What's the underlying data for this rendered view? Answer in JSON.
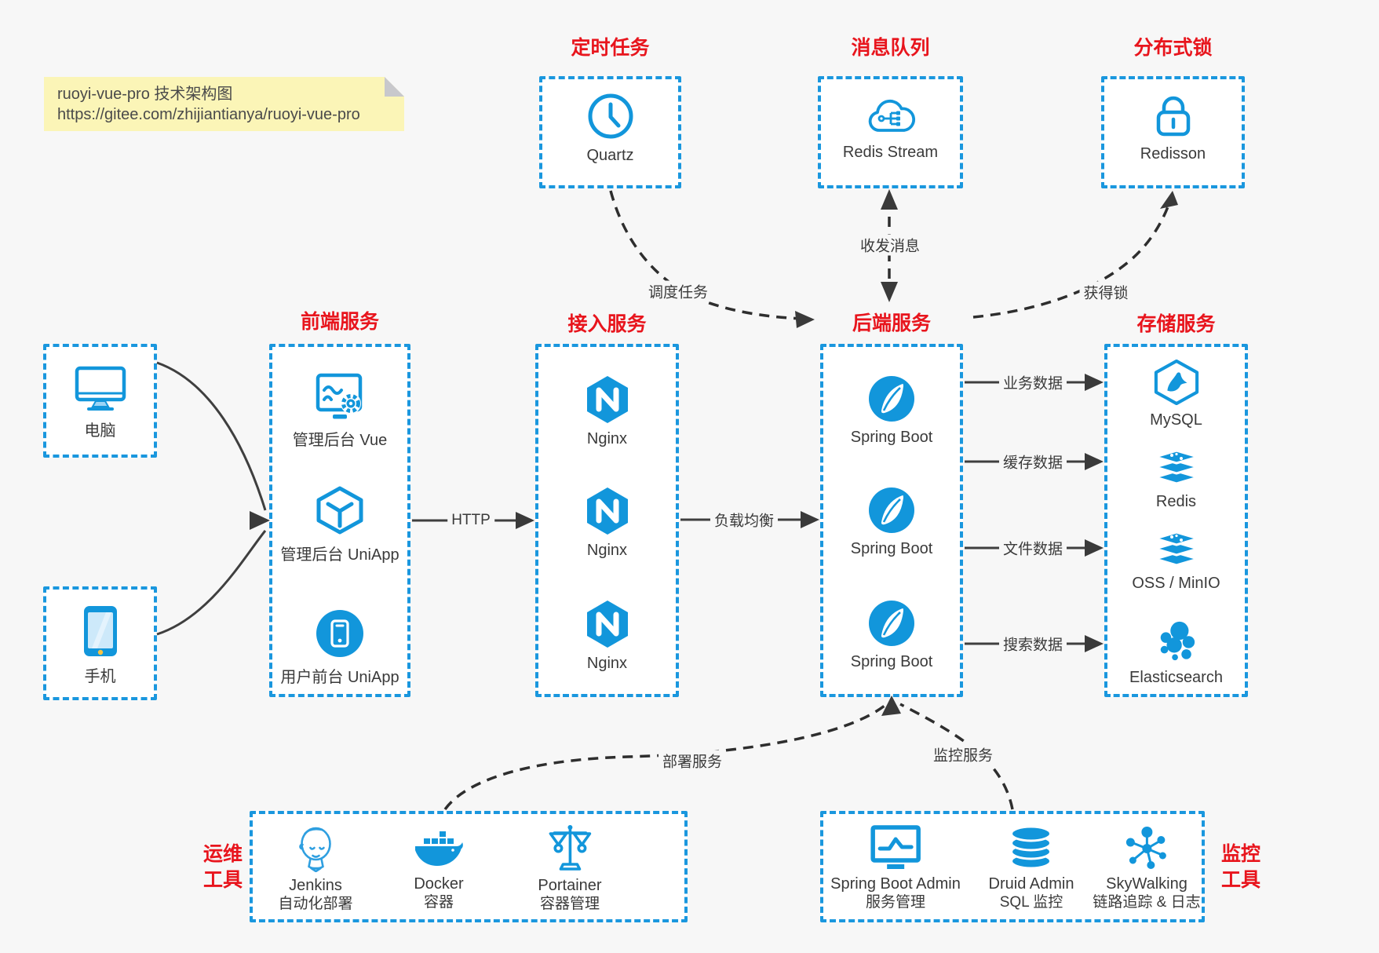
{
  "note": {
    "line1": "ruoyi-vue-pro 技术架构图",
    "line2": "https://gitee.com/zhijiantianya/ruoyi-vue-pro"
  },
  "colors": {
    "accent_blue": "#1296db",
    "title_red": "#e8151d",
    "canvas_bg": "#f7f7f7",
    "note_bg": "#fbf5b7",
    "line_dark": "#3f3f3f"
  },
  "groups": {
    "scheduler": {
      "title": "定时任务",
      "item": {
        "label": "Quartz",
        "icon": "clock-icon"
      }
    },
    "mq": {
      "title": "消息队列",
      "item": {
        "label": "Redis Stream",
        "icon": "cloud-stream-icon"
      }
    },
    "lock": {
      "title": "分布式锁",
      "item": {
        "label": "Redisson",
        "icon": "padlock-icon"
      }
    },
    "clients": {
      "pc": {
        "label": "电脑",
        "icon": "desktop-icon"
      },
      "mobile": {
        "label": "手机",
        "icon": "smartphone-icon"
      }
    },
    "frontend": {
      "title": "前端服务",
      "items": [
        {
          "label": "管理后台 Vue",
          "icon": "admin-vue-icon"
        },
        {
          "label": "管理后台 UniApp",
          "icon": "uniapp-cube-icon"
        },
        {
          "label": "用户前台 UniApp",
          "icon": "user-app-icon"
        }
      ]
    },
    "access": {
      "title": "接入服务",
      "items": [
        {
          "label": "Nginx",
          "icon": "nginx-icon"
        },
        {
          "label": "Nginx",
          "icon": "nginx-icon"
        },
        {
          "label": "Nginx",
          "icon": "nginx-icon"
        }
      ]
    },
    "backend": {
      "title": "后端服务",
      "items": [
        {
          "label": "Spring Boot",
          "icon": "spring-boot-icon"
        },
        {
          "label": "Spring Boot",
          "icon": "spring-boot-icon"
        },
        {
          "label": "Spring Boot",
          "icon": "spring-boot-icon"
        }
      ]
    },
    "storage": {
      "title": "存储服务",
      "items": [
        {
          "label": "MySQL",
          "icon": "mysql-icon"
        },
        {
          "label": "Redis",
          "icon": "redis-stack-icon"
        },
        {
          "label": "OSS / MinIO",
          "icon": "oss-minio-icon"
        },
        {
          "label": "Elasticsearch",
          "icon": "elasticsearch-icon"
        }
      ]
    },
    "ops": {
      "title_line1": "运维",
      "title_line2": "工具",
      "items": [
        {
          "name": "Jenkins",
          "desc": "自动化部署",
          "icon": "jenkins-icon"
        },
        {
          "name": "Docker",
          "desc": "容器",
          "icon": "docker-icon"
        },
        {
          "name": "Portainer",
          "desc": "容器管理",
          "icon": "portainer-icon"
        }
      ]
    },
    "monitoring": {
      "title_line1": "监控",
      "title_line2": "工具",
      "items": [
        {
          "name": "Spring Boot Admin",
          "desc": "服务管理",
          "icon": "sb-admin-icon"
        },
        {
          "name": "Druid Admin",
          "desc": "SQL 监控",
          "icon": "druid-icon"
        },
        {
          "name": "SkyWalking",
          "desc": "链路追踪 & 日志",
          "icon": "skywalking-icon"
        }
      ]
    }
  },
  "edges": {
    "http": "HTTP",
    "load_balance": "负载均衡",
    "schedule_job": "调度任务",
    "send_receive_msg": "收发消息",
    "acquire_lock": "获得锁",
    "business_data": "业务数据",
    "cache_data": "缓存数据",
    "file_data": "文件数据",
    "search_data": "搜索数据",
    "deploy_service": "部署服务",
    "monitor_service": "监控服务"
  }
}
